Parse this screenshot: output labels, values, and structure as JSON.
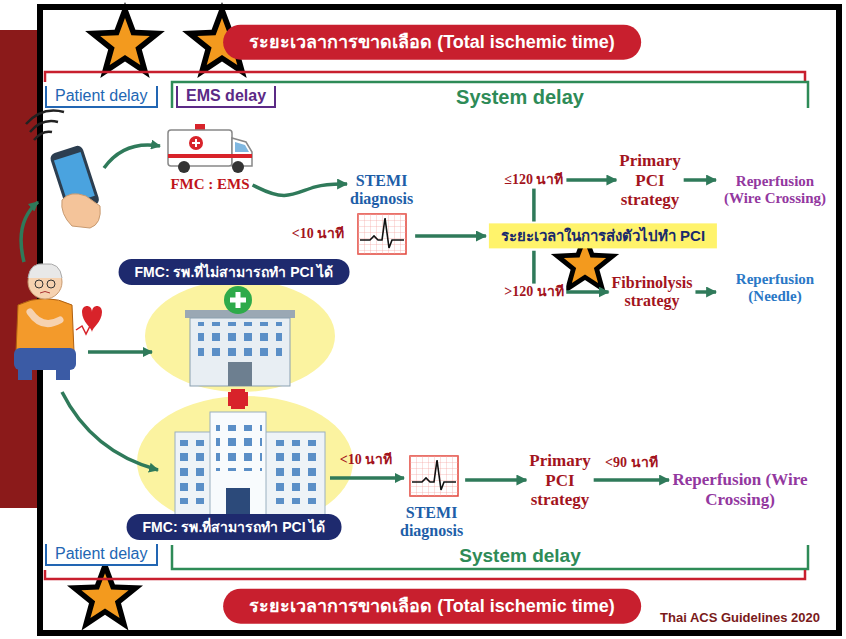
{
  "diagram": {
    "nodes": [
      {
        "text": [
          "ระยะเวลาการขาดเลือด (Total ischemic time)"
        ]
      },
      {
        "text": [
          "Patient delay"
        ]
      },
      {
        "text": [
          "EMS delay"
        ]
      },
      {
        "text": [
          "FMC : EMS"
        ]
      },
      {
        "text": [
          "STEMI diagnosis"
        ]
      },
      {
        "text": [
          "ระยะเวลาในการส่งตัวไปทำ PCI"
        ]
      },
      {
        "text": [
          "Primary PCI strategy"
        ]
      },
      {
        "text": [
          "Reperfusion (Wire Crossing)"
        ]
      },
      {
        "text": [
          "Fibrinolysis strategy"
        ]
      },
      {
        "text": [
          "Reperfusion (Needle)"
        ]
      },
      {
        "text": [
          "FMC: รพ.ที่ไม่สามารถทำ PCI ได้"
        ]
      },
      {
        "text": [
          "STEMI diagnosis"
        ]
      },
      {
        "text": [
          "Primary PCI strategy"
        ]
      },
      {
        "text": [
          "Reperfusion (Wire Crossing)"
        ]
      },
      {
        "text": [
          "FMC: รพ.ที่สามารถทำ PCI ได้"
        ]
      },
      {
        "text": [
          "Patient delay"
        ]
      },
      {
        "text": [
          "ระยะเวลาการขาดเลือด (Total ischemic time)"
        ]
      }
    ],
    "edges": [
      {
        "from": 3,
        "to": 4,
        "arrow": "to"
      },
      {
        "from": 4,
        "to": 5,
        "arrow": "to"
      },
      {
        "from": 5,
        "to": 6,
        "label": "≤120 นาที",
        "arrow": "to"
      },
      {
        "from": 5,
        "to": 8,
        "label": ">120 นาที",
        "arrow": "to"
      },
      {
        "from": 6,
        "to": 7,
        "arrow": "to"
      },
      {
        "from": 8,
        "to": 9,
        "arrow": "to"
      },
      {
        "from": 11,
        "to": 12,
        "arrow": "to"
      },
      {
        "from": 12,
        "to": 13,
        "label": "<90 นาที",
        "arrow": "to"
      }
    ],
    "labels": [
      "System delay",
      "<10 นาที",
      "<10 นาที",
      "System delay",
      "Thai ACS Guidelines 2020"
    ]
  }
}
